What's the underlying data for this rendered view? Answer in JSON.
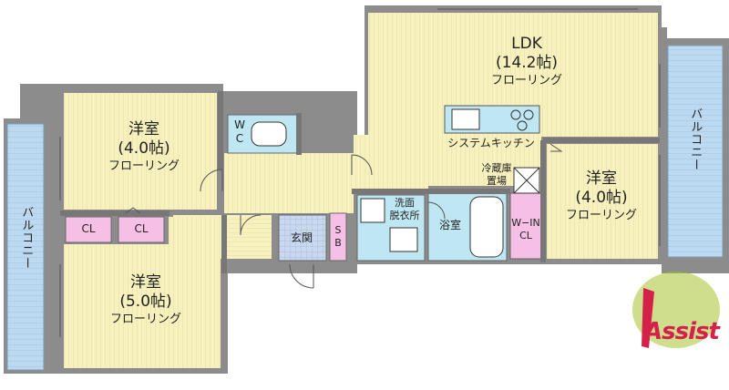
{
  "rooms": {
    "ldk": {
      "name": "LDK",
      "size": "(14.2帖)",
      "floor": "フローリング"
    },
    "west_top": {
      "name": "洋室",
      "size": "(4.0帖)",
      "floor": "フローリング"
    },
    "west_bottom": {
      "name": "洋室",
      "size": "(5.0帖)",
      "floor": "フローリング"
    },
    "west_right": {
      "name": "洋室",
      "size": "(4.0帖)",
      "floor": "フローリング"
    }
  },
  "labels": {
    "wc": "W\nC",
    "kitchen": "システムキッチン",
    "fridge": "冷蔵庫\n置場",
    "washroom": "洗面\n脱衣所",
    "bath": "浴室",
    "entrance": "玄関",
    "sb": "S\nB",
    "cl1": "CL",
    "cl2": "CL",
    "wicl": "W−IN\nCL",
    "balcony_left": "バルコニー",
    "balcony_right": "バルコニー"
  },
  "logo": {
    "text": "Assist"
  },
  "colors": {
    "room": "#f7f1bf",
    "wall": "#8c8c8c",
    "closet": "#f6bfe6",
    "wet": "#bfe7f3",
    "balcony": "#bcd9ef",
    "entrance": "#c8d8ee",
    "logo_green": "#a6c22f",
    "logo_red": "#d4214a"
  }
}
